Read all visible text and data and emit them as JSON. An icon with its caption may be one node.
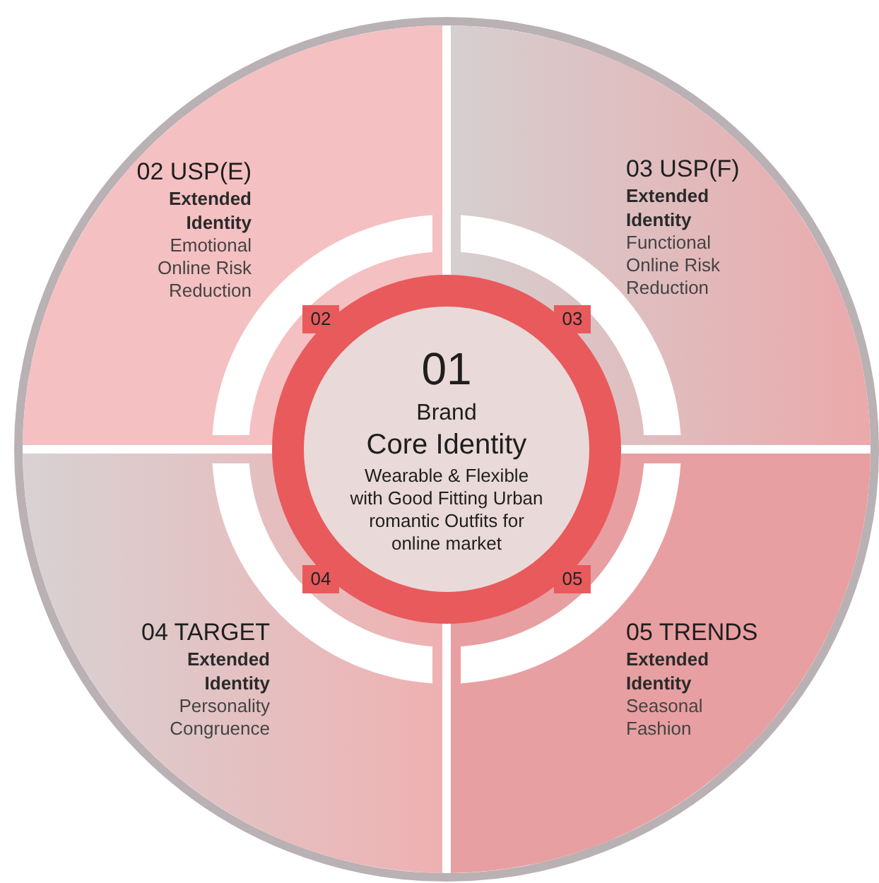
{
  "diagram": {
    "nodes": [
      {
        "text": [
          "02 USP(E)",
          "Extended Identity",
          "Emotional Online Risk Reduction"
        ]
      },
      {
        "text": [
          "03 USP(F)",
          "Extended Identity",
          "Functional Online Risk Reduction"
        ]
      },
      {
        "text": [
          "01",
          "Brand",
          "Core Identity",
          "Wearable & Flexible with Good Fitting Urban romantic Outfits for online market"
        ]
      },
      {
        "text": [
          "04 TARGET",
          "Extended Identity",
          "Personality Congruence"
        ]
      },
      {
        "text": [
          "05 TRENDS",
          "Extended Identity",
          "Seasonal Fashion"
        ]
      }
    ],
    "labels": [
      "02",
      "03",
      "04",
      "05"
    ]
  }
}
